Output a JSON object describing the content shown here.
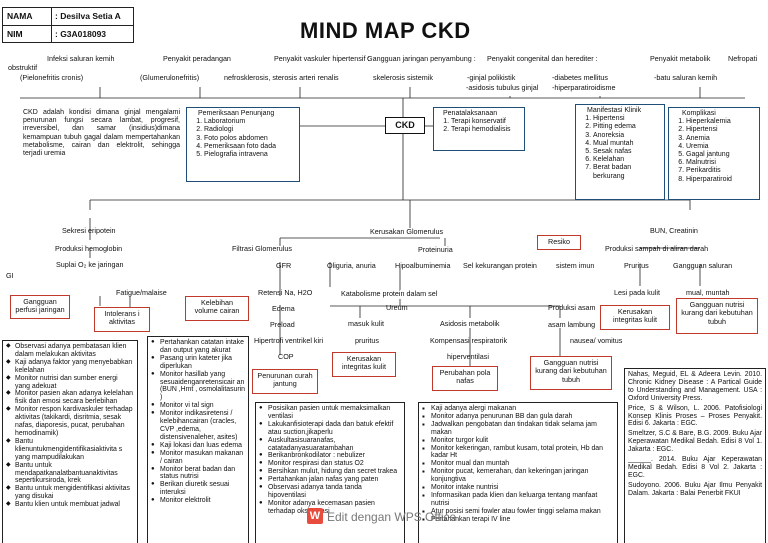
{
  "header": {
    "nama_label": "NAMA",
    "nama_value": ": Desilva Setia A",
    "nim_label": "NIM",
    "nim_value": ": G3A018093"
  },
  "title": "MIND MAP CKD",
  "causes": {
    "c1a": "Infeksi saluran kemih",
    "c1b": "obstruktif",
    "c1c": "(Pielonefritis cronis)",
    "c2a": "Penyakit peradangan",
    "c2b": "(Glumerulonefritis)",
    "c3a": "Penyakit vaskuler hipertensif :",
    "c3b": "nefrosklerosis, sterosis arteri renalis",
    "c4a": "Gangguan jaringan penyambung :",
    "c4b": "skelerosis sistemik",
    "c5a": "Penyakit congenital dan herediter :",
    "c5b": "-ginjal polikistik",
    "c5c": "-asidosis tubulus ginjal",
    "c6a": "-diabetes mellitus",
    "c6b": "-hiperparatiroidisme",
    "c7a": "Penyakit metabolik",
    "c7b": "-batu saluran kemih",
    "c8": "Nefropati"
  },
  "definition": "CKD adalah kondisi dimana ginjal mengalami penurunan fungsi secara lambat, progresif, irreversibel, dan samar (insidius)dimana kemampuan tubuh gagal dalam mempertahankan metabolisme, cairan dan elektrolit, sehingga terjadi uremia",
  "pemeriksaan": {
    "title": "Pemeriksaan Penunjang",
    "items": [
      "Laboratorium",
      "Radiologi",
      "Foto polos abdomen",
      "Pemeriksaan foto dada",
      "Pielografia intravena"
    ]
  },
  "center": "CKD",
  "penatalaksanaan": {
    "title": "Penatalaksanaan",
    "items": [
      "Terapi konservatif",
      "Terapi hemodialisis"
    ]
  },
  "manifestasi": {
    "title": "Manifestasi Klinik",
    "items": [
      "Hipertensi",
      "Pitting edema",
      "Anoreksia",
      "Mual muntah",
      "Sesak nafas",
      "Kelelahan",
      "Berat badan berkurang"
    ]
  },
  "komplikasi": {
    "title": "Komplikasi",
    "items": [
      "Hieperkalemia",
      "Hipertensi",
      "Anemia",
      "Uremia",
      "Gagal jantung",
      "Malnutrisi",
      "Perikarditis",
      "Hiperparatiroid"
    ]
  },
  "flow": {
    "sekresi": "Sekresi eripotein",
    "produksi_hb": "Produksi hemoglobin",
    "suplai": "Suplai O₂ ke jaringan",
    "gi": "GI",
    "fatigue": "Fatigue/malaise",
    "kerusakan": "Kerusakan Glomerulus",
    "filtrasi": "Filtrasi Glomerulus",
    "gfr": "GFR",
    "oliguria": "Oliguria, anuria",
    "proteinuria": "Proteinuria",
    "hipoalbumin": "Hipoalbuminemia",
    "sel_kekurangan": "Sel kekurangan protein",
    "sistem_imun": "sistem imun",
    "bun": "BUN, Creatinin",
    "produksi_sampah": "Produksi sampah di aliran darah",
    "pruritus": "Pruritus",
    "gangguan_saluran": "Gangguan saluran",
    "retensi": "Retensi Na, H2O",
    "edema": "Edema",
    "preload": "Preload",
    "hipertrofi": "Hipertrofi ventrikel kiri",
    "cop": "COP",
    "katabolisme": "Katabolisme protein dalam sel",
    "ureum": "Ureum",
    "masuk_kulit": "masuk kulit",
    "pruritus2": "pruritus",
    "asidosis": "Asidosis metabolik",
    "kompensasi": "Kompensasi respiratorik",
    "hiperventilasi": "hiperventilasi",
    "produksi_asam": "Produksi asam",
    "asam_lambung": "asam lambung",
    "nausea": "nausea/ vomitus",
    "lesi": "Lesi pada kulit",
    "mual": "mual, muntah"
  },
  "diagnoses": {
    "gangguan_perfusi": "Gangguan perfusi jaringan",
    "intoleransi": "Intolerans i aktivitas",
    "kelebihan": "Kelebihan volume cairan",
    "resiko": "Resiko",
    "penurunan": "Penurunan curah jantung",
    "kerusakan_kulit": "Kerusakan integritas kulit",
    "perubahan_pola": "Perubahan pola nafas",
    "gangguan_nutrisi1": "Gangguan nutrisi kurang dari kebutuhan tubuh",
    "kerusakan_kulit2": "Kerusakan integritas kulit",
    "gangguan_nutrisi2": "Gangguan nutrisi kurang dari kebutuhan tubuh"
  },
  "interventions": {
    "intol": [
      "Observasi adanya pembatasan klien dalam melakukan aktivitas",
      "Kaji adanya faktor yang menyebabkan kelelahan",
      "Monitor nutrisi dan sumber energi yang adekuat",
      "Monitor pasien akan adanya kelelahan fisik dan emosi secara berlebihan",
      "Monitor respon kardivaskuler terhadap aktivitas (takikardi, disritmia, sesak nafas, diaporesis, pucat, perubahan hemodinamik)",
      "Bantu klienuntukmengidentifikasiaktivita s yang mampudilakukan",
      "Bantu untuk mendapatkanalatbantuanaktivitas sepertikursiroda, krek",
      "Bantu untuk mengidentifikasi aktivitas yang disukai",
      "Bantu klien untuk membuat jadwal"
    ],
    "kelebihan": [
      "Pertahankan catatan intake dan output yang akurat",
      "Pasang urin kateter jika diperlukan",
      "Monitor hasillab yang sesuaidenganretensicair an (BUN ,Hmt , osmolalitasurin )",
      "Monitor vi tal sign",
      "Monitor indikasiretensi / kelebihancairan (cracles, CVP ,edema, distensivenaleher, asites)",
      "Kaji lokasi dan luas edema",
      "Monitor masukan makanan / cairan",
      "Monitor berat badan dan status nutrisi",
      "Berikan diuretik sesuai interuksi",
      "Monitor elektrolit"
    ],
    "pola": [
      "Posisikan pasien untuk memaksimalkan ventilasi",
      "Lakukanfisioterapi dada dan batuk efektif atau suction,jikaperlu",
      "Auskultasisuaranafas, catatadanyasuaratambahan",
      "Berikanbronkodilator : nebulizer",
      "Monitor respirasi dan status O2",
      "Bersihkan mulut, hidung dan secret trakea",
      "Pertahankan jalan nafas yang paten",
      "Observasi adanya tanda tanda hipoventilasi",
      "Monitor adanya kecemasan pasien terhadap oksigenasi"
    ],
    "nutrisi": [
      "Kaji adanya alergi makanan",
      "Monitor adanya penurunan BB dan gula darah",
      "Jadwalkan pengobatan dan tindakan tidak selama jam makan",
      "Monitor turgor kulit",
      "Monitor kekeringan, rambut kusam, total protein, Hb dan kadar Ht",
      "Monitor mual dan muntah",
      "Monitor pucat, kemerahan, dan kekeringan jaringan konjungtiva",
      "Monitor intake nuntrisi",
      "Informasikan pada klien dan keluarga tentang manfaat nutrisi",
      "Atur posisi semi fowler atau fowler tinggi selama makan",
      "Pertahankan terapi IV line"
    ]
  },
  "references": [
    "Nahas, Meguid, EL & Adeera Levin. 2010. Chronic Kidney Disease : A Partical Guide to Understanding and Management. USA : Oxford University Press.",
    "Price, S & Wilson, L. 2006. Patofisiologi Konsep Klinis Proses – Proses Penyakit. Edisi 6. Jakarta : EGC.",
    "Smeltzer, S.C & Bare, B.G. 2009. Buku Ajar Keperawatan Medikal Bedah. Edisi 8 Vol 1. Jakarta : EGC.",
    "______. 2014. Buku Ajar Keperawatan Medikal Bedah. Edisi 8 Vol 2. Jakarta : EGC.",
    "Sudoyono. 2006. Buku Ajar Ilmu Penyakit Dalam. Jakarta : Balai Penerbit FKUI"
  ],
  "watermark": "Edit dengan WPS Office",
  "colors": {
    "box_border": "#1f4e79",
    "diagnosis_border": "#c0392b",
    "line": "#222222"
  }
}
